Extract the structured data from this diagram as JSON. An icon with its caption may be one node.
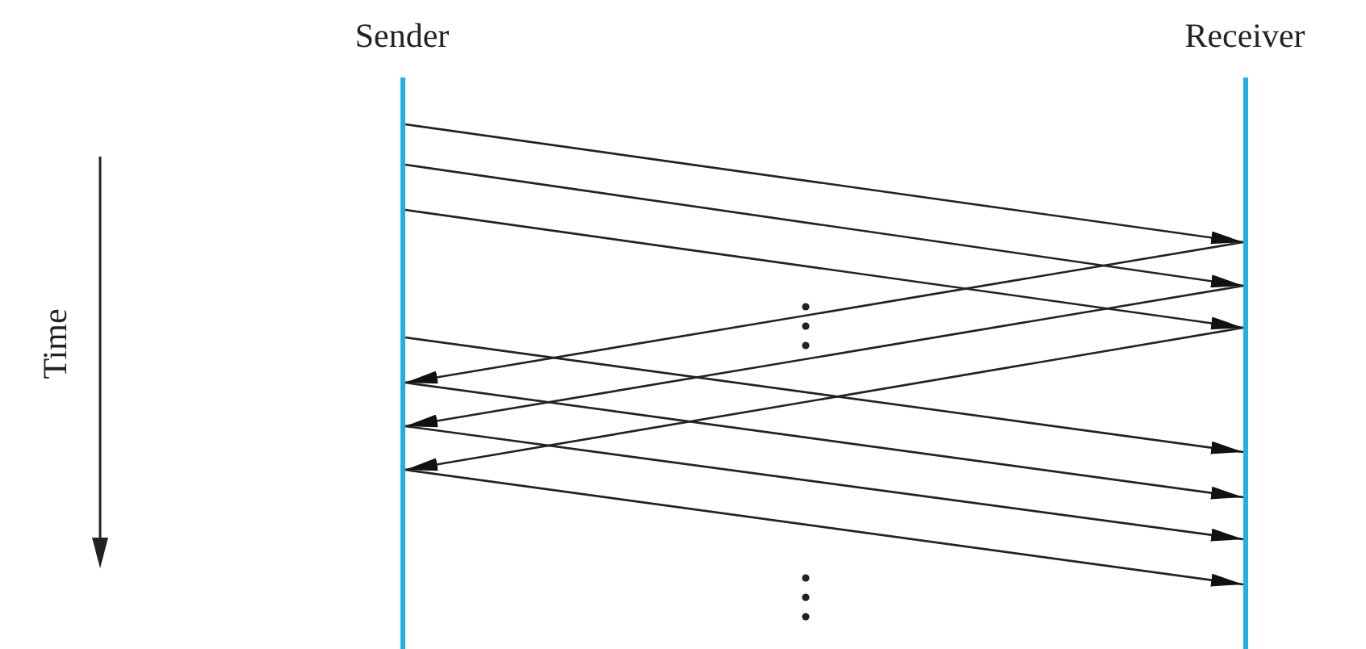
{
  "diagram": {
    "nodes": [
      {
        "text": [
          "Sender"
        ]
      },
      {
        "text": [
          "Receiver"
        ]
      },
      {
        "text": [],
        "shape": "bar"
      },
      {
        "text": [],
        "shape": "bar"
      }
    ],
    "edges": [
      {
        "from": 2,
        "to": 3,
        "arrow": "to"
      },
      {
        "from": 2,
        "to": 3,
        "arrow": "to"
      },
      {
        "from": 2,
        "to": 3,
        "arrow": "to"
      },
      {
        "from": 3,
        "to": 2,
        "arrow": "to"
      },
      {
        "from": 3,
        "to": 2,
        "arrow": "to"
      },
      {
        "from": 3,
        "to": 2,
        "arrow": "to"
      },
      {
        "from": 2,
        "to": 3,
        "arrow": "to"
      },
      {
        "from": 2,
        "to": 3,
        "arrow": "to"
      },
      {
        "from": 2,
        "to": 3,
        "arrow": "to"
      },
      {
        "from": 2,
        "to": 3,
        "arrow": "to"
      }
    ],
    "labels": [
      "Time"
    ]
  }
}
